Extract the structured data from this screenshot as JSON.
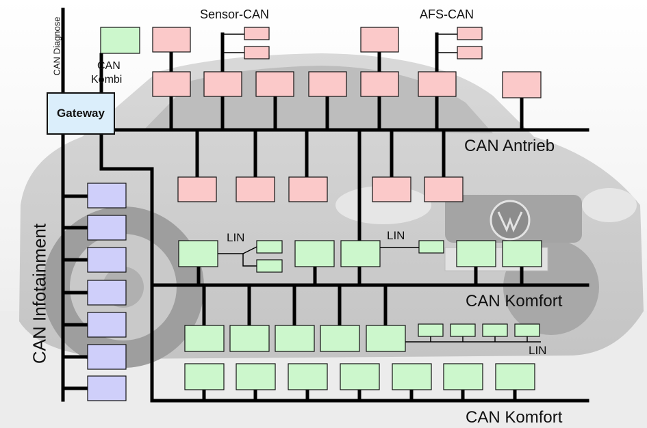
{
  "labels": {
    "can_diagnose": "CAN Diagnose",
    "can_kombi_line1": "CAN",
    "can_kombi_line2": "Kombi",
    "gateway": "Gateway",
    "sensor_can": "Sensor-CAN",
    "afs_can": "AFS-CAN",
    "can_antrieb": "CAN Antrieb",
    "can_komfort_1": "CAN Komfort",
    "can_komfort_2": "CAN Komfort",
    "can_infotainment": "CAN Infotainment",
    "lin_1": "LIN",
    "lin_2": "LIN",
    "lin_3": "LIN"
  },
  "colors": {
    "antrieb_node": "#fbc9c9",
    "komfort_node": "#ccf7cc",
    "infotainment_node": "#cfcffa",
    "gateway": "#dbeefb",
    "bus_line": "#000000",
    "plate_text": "41"
  }
}
